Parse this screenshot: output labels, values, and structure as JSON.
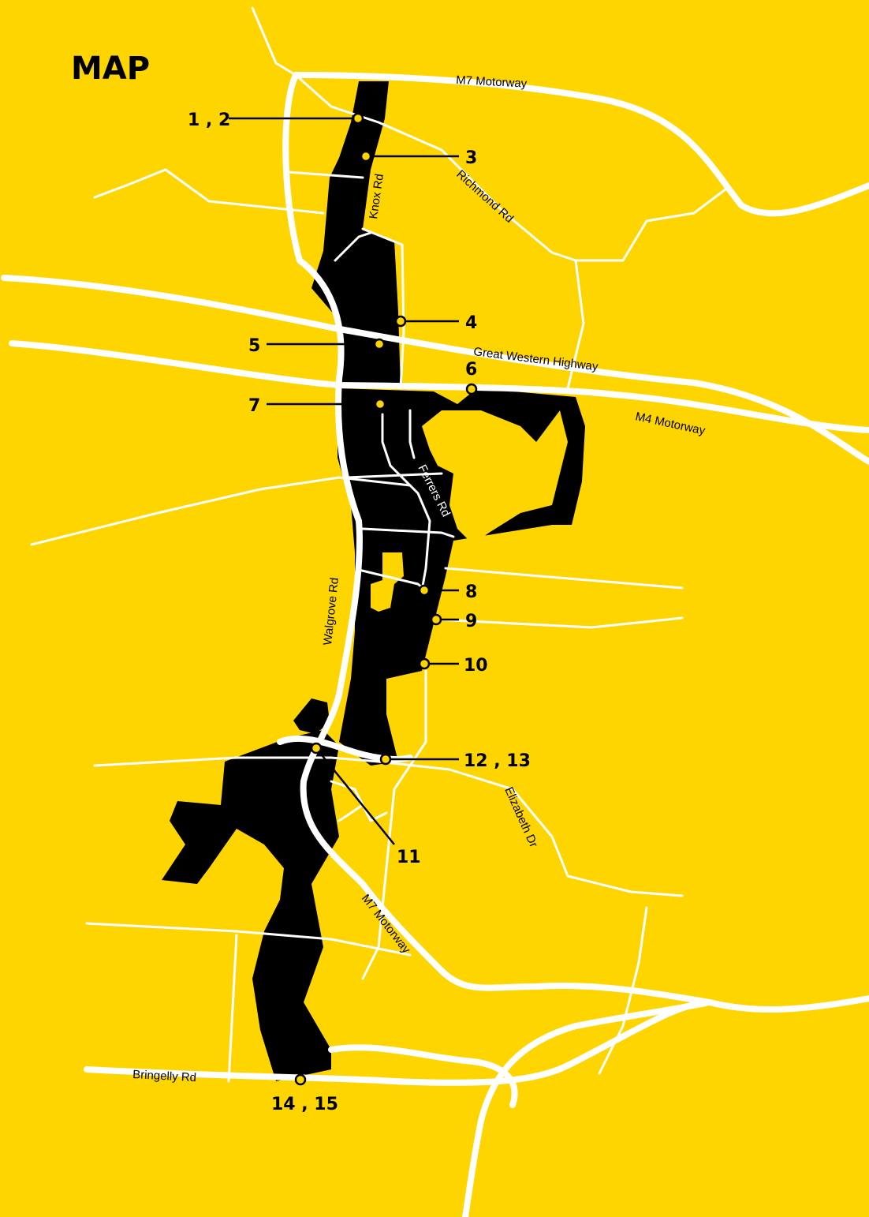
{
  "title": "MAP",
  "colors": {
    "background": "#FFD500",
    "region": "#000000",
    "road": "#FFFFFF",
    "marker_fill": "#FFD500"
  },
  "roads": {
    "m7_north": "M7 Motorway",
    "m7_south": "M7 Motorway",
    "richmond": "Richmond Rd",
    "knox": "Knox Rd",
    "great_western": "Great Western Highway",
    "m4": "M4 Motorway",
    "ferrers": "Ferrers Rd",
    "walgrove": "Walgrove Rd",
    "elizabeth": "Elizabeth Dr",
    "bringelly": "Bringelly Rd"
  },
  "markers": {
    "m1_2": "1 , 2",
    "m3": "3",
    "m4": "4",
    "m5": "5",
    "m6": "6",
    "m7": "7",
    "m8": "8",
    "m9": "9",
    "m10": "10",
    "m11": "11",
    "m12_13": "12 , 13",
    "m14_15": "14 , 15"
  }
}
